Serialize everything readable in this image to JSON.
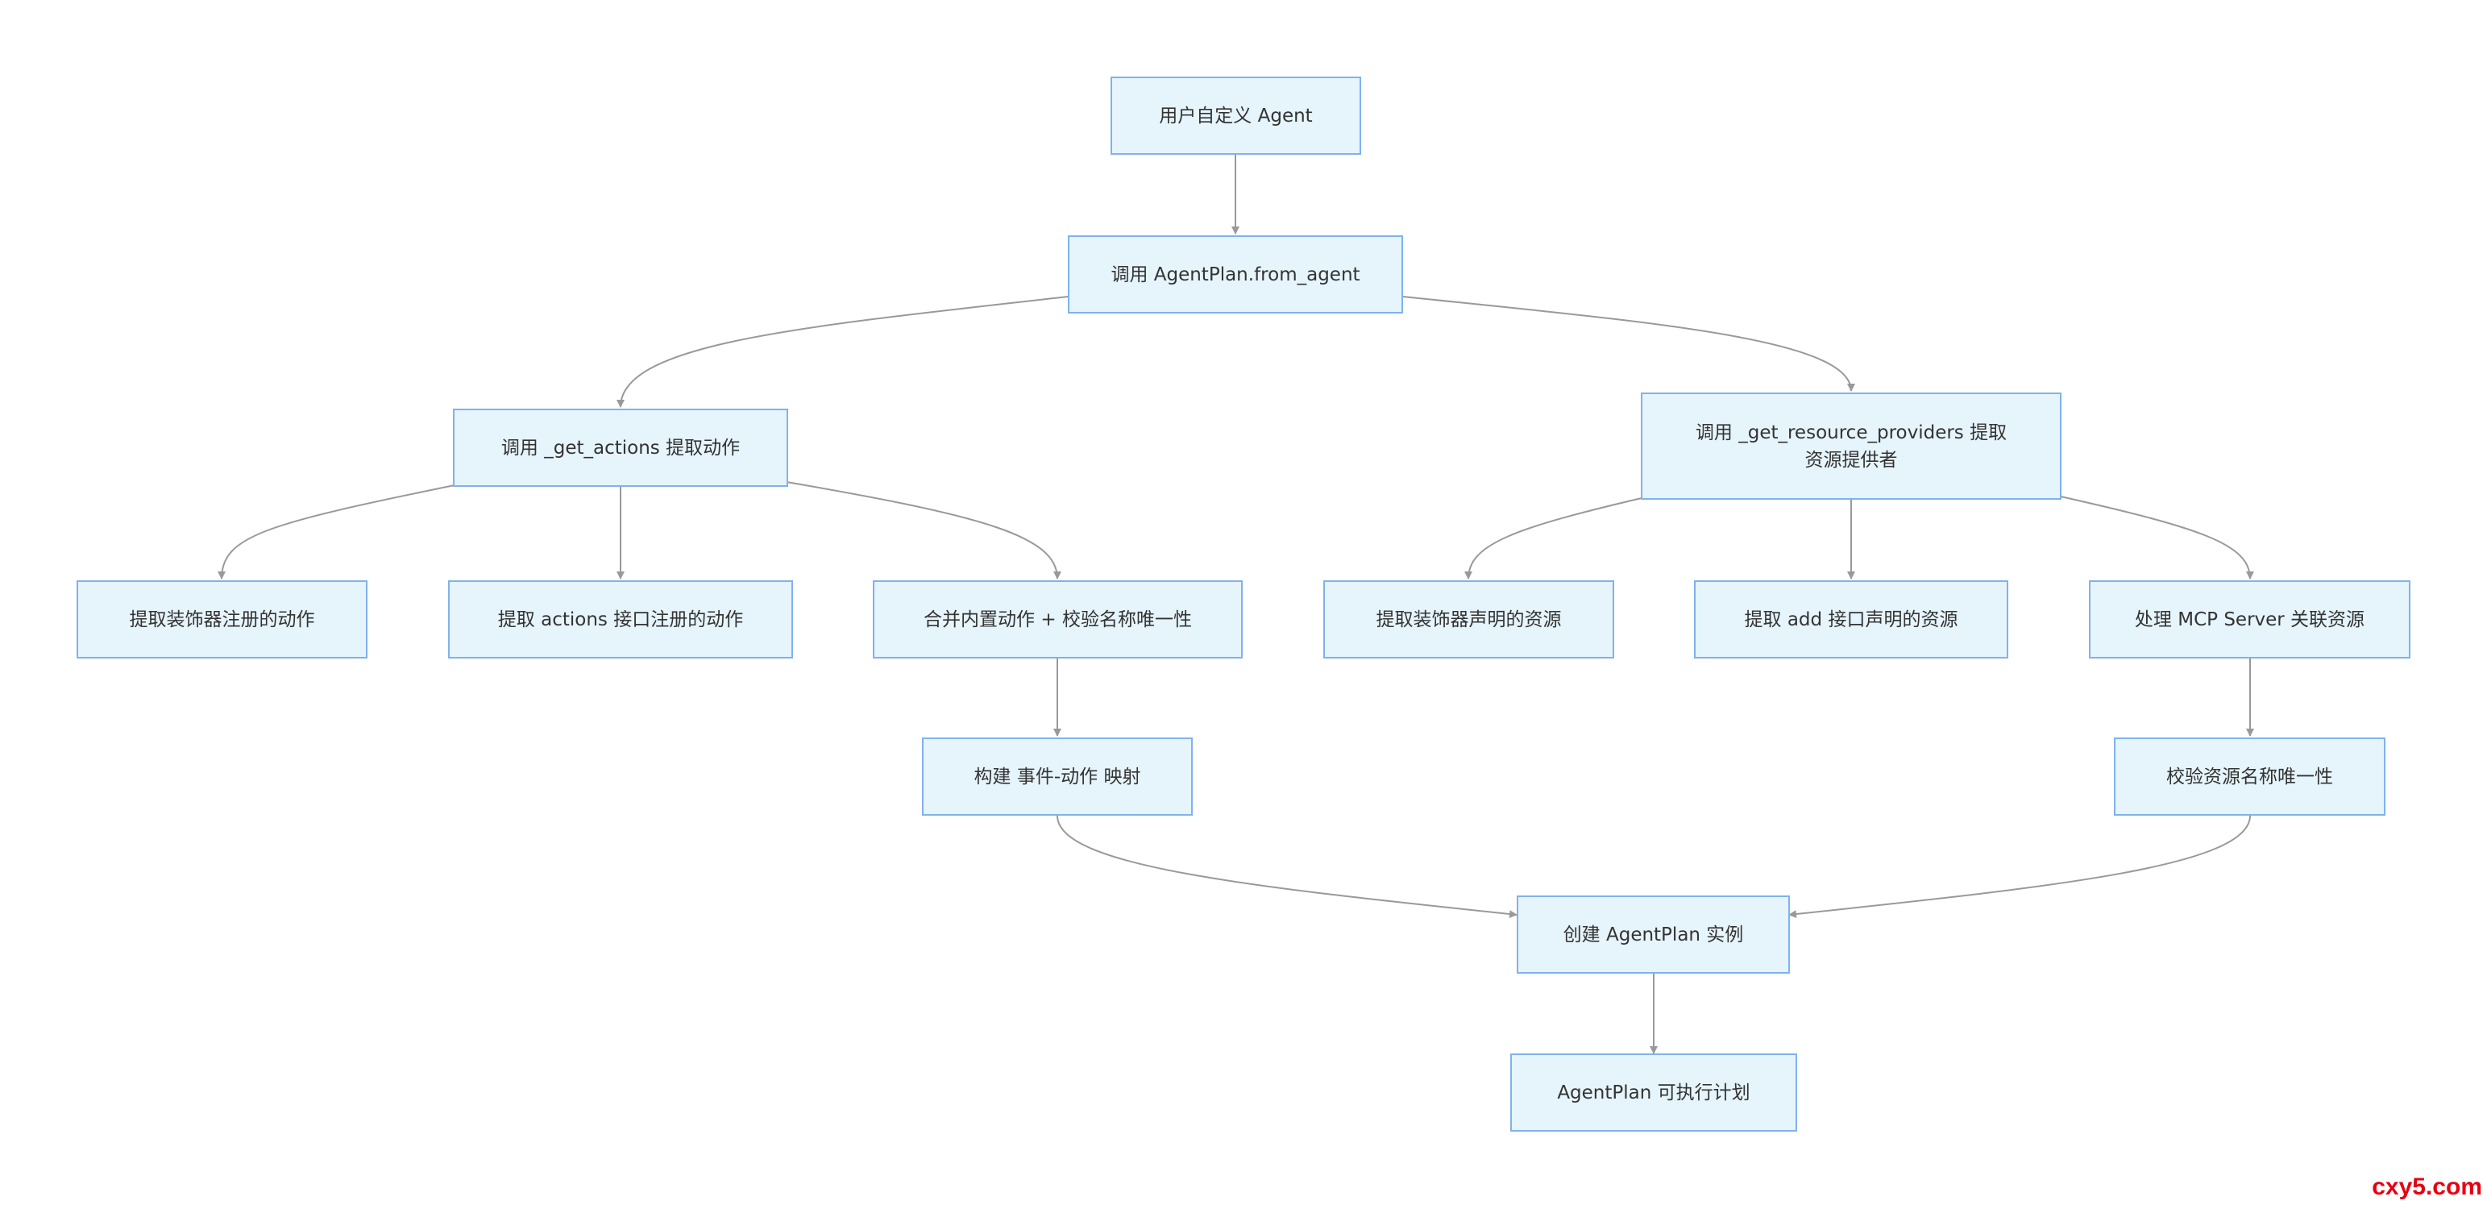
{
  "nodes": {
    "user_agent": "用户自定义 Agent",
    "from_agent": "调用 AgentPlan.from_agent",
    "get_actions": "调用 _get_actions 提取动作",
    "get_resource_providers": "调用 _get_resource_providers 提取资源提供者",
    "decorator_actions": "提取装饰器注册的动作",
    "interface_actions": "提取 actions 接口注册的动作",
    "merge_actions": "合并内置动作 + 校验名称唯一性",
    "decorator_resources": "提取装饰器声明的资源",
    "add_resources": "提取 add 接口声明的资源",
    "mcp_resources": "处理 MCP Server 关联资源",
    "event_map": "构建 事件-动作 映射",
    "validate_resources": "校验资源名称唯一性",
    "create_plan": "创建 AgentPlan 实例",
    "plan_result": "AgentPlan 可执行计划"
  },
  "watermark": "cxy5.com",
  "colors": {
    "node_fill": "#e6f4fb",
    "node_border": "#7fb2ee",
    "edge": "#999999",
    "text": "#333333",
    "watermark": "#e60012"
  }
}
